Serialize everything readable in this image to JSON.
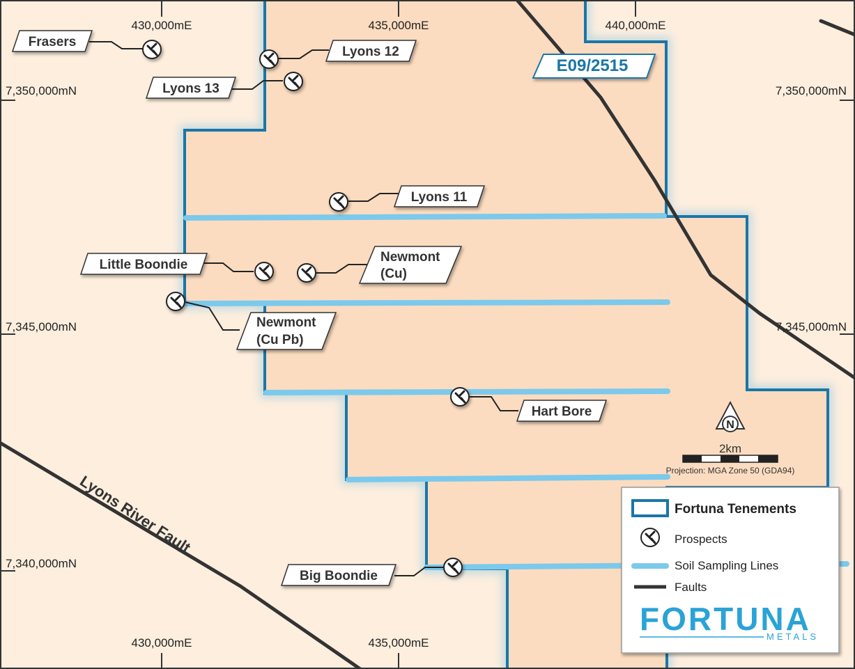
{
  "grid": {
    "easting_top": [
      "430,000mE",
      "435,000mE",
      "440,000mE"
    ],
    "easting_bottom": [
      "430,000mE",
      "435,000mE"
    ],
    "northing_left": [
      "7,350,000mN",
      "7,345,000mN",
      "7,340,000mN"
    ],
    "northing_right": [
      "7,350,000mN",
      "7,345,000mN"
    ]
  },
  "tenement": {
    "id": "E09/2515"
  },
  "prospects": [
    {
      "name": "Frasers"
    },
    {
      "name": "Lyons 12"
    },
    {
      "name": "Lyons 13"
    },
    {
      "name": "Lyons 11"
    },
    {
      "name": "Little Boondie"
    },
    {
      "name": "Newmont\n(Cu)",
      "line1": "Newmont",
      "line2": "(Cu)"
    },
    {
      "name": "Newmont\n(Cu Pb)",
      "line1": "Newmont",
      "line2": "(Cu Pb)"
    },
    {
      "name": "Hart Bore"
    },
    {
      "name": "Big Boondie"
    }
  ],
  "fault_label": "Lyons River Fault",
  "north_arrow": "N",
  "scale_bar": {
    "label": "2km"
  },
  "projection": "Projection: MGA Zone 50 (GDA94)",
  "legend": {
    "tenements": "Fortuna Tenements",
    "prospects": "Prospects",
    "soil_lines": "Soil Sampling Lines",
    "faults": "Faults"
  },
  "logo": {
    "main": "FORTUNA",
    "sub": "METALS"
  },
  "colors": {
    "background": "#fdeede",
    "tenement_fill": "#fbdcc0",
    "tenement_border": "#1a76a8",
    "soil_line": "#7cc9ec",
    "fault": "#333333",
    "logo": "#2aa3d6"
  }
}
